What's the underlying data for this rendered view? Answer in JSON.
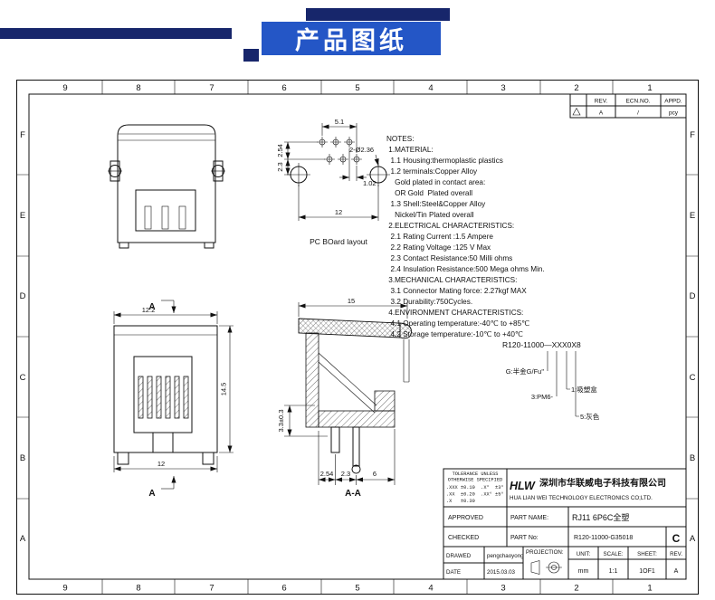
{
  "banner": {
    "title": "产品图纸"
  },
  "colors": {
    "banner_blue": "#2456c6",
    "navy": "#17266b",
    "line": "#111111"
  },
  "sheet": {
    "cols": [
      "9",
      "8",
      "7",
      "6",
      "5",
      "4",
      "3",
      "2",
      "1"
    ],
    "rows": [
      "F",
      "E",
      "D",
      "C",
      "B",
      "A"
    ]
  },
  "rev_table": {
    "rev_header": "REV.",
    "ecn_header": "ECN.NO.",
    "appd_header": "APPD.",
    "rev_value": "A",
    "ecn_value": "/",
    "appd_value": "pcy"
  },
  "pcb": {
    "dim_pitch": "5.1",
    "dim_row_spacing": "2.54",
    "dim_hole_row": "2.3",
    "dim_stagger": "1.02",
    "dim_hole_span": "12",
    "hole_callout": "2-Ø2.36",
    "caption": "PC BOard layout"
  },
  "front_view": {
    "dim_width_top": "12.2",
    "dim_height": "14.5",
    "dim_width_bottom": "12",
    "section_label_top": "A",
    "section_label_bottom": "A"
  },
  "section_view": {
    "dim_width": "15",
    "dim_height": "3.3±0.3",
    "dim_a": "2.54",
    "dim_b": "2.3",
    "dim_c": "6",
    "caption": "A-A"
  },
  "notes": {
    "lines": [
      "NOTES:",
      " 1.MATERIAL:",
      "  1.1 Housing:thermoplastic plastics",
      "  1.2 terminals:Copper Alloy",
      "    Gold plated in contact area:",
      "    OR Gold  Plated overall",
      "  1.3 Shell:Steel&Copper Alloy",
      "    Nickel/Tin Plated overall",
      " 2.ELECTRICAL CHARACTERISTICS:",
      "  2.1 Rating Current :1.5 Ampere",
      "  2.2 Rating Voltage :125 V Max",
      "  2.3 Contact Resistance:50 Milli ohms",
      "  2.4 Insulation Resistance:500 Mega ohms Min.",
      " 3.MECHANICAL CHARACTERISTICS:",
      "  3.1 Connector Mating force: 2.27kgf MAX",
      "  3.2 Durability:750Cycles.",
      " 4.ENVIRONMENT CHARACTERISTICS:",
      "  4.1 Operating temperature:-40℃ to +85℃",
      "  4.2 Storage temperature:-10℃ to +40℃"
    ]
  },
  "part_code": {
    "code": "R120-11000—XXX0X8",
    "callout_g": "G:半金G/Fu\"",
    "callout_3": "3:PM6-",
    "callout_1": "1:吸塑盒",
    "callout_5": "5:灰色"
  },
  "title_block": {
    "tol_line1": "TOLERANCE UNLESS",
    "tol_line2": "OTHERWISE SPECIFIED",
    "tol_row1": ".XXX ±0.10  .X°  ±3°",
    "tol_row2": ".XX  ±0.20  .XX° ±5°",
    "tol_row3": ".X   ±0.30",
    "logo": "HLW",
    "company_cn": "深圳市华联威电子科技有限公司",
    "company_en": "HUA LIAN WEI TECHNOLOGY ELECTRONICS CO;LTD.",
    "approved_label": "APPROVED",
    "checked_label": "CHECKED",
    "drawed_label": "DRAWED",
    "date_label": "DATE",
    "drawed_value": "pengchaoyong",
    "date_value": "2015.03.03",
    "part_name_label": "PART NAME:",
    "part_name_value": "RJ11 6P6C全塑",
    "part_no_label": "PART No:",
    "part_no_value": "R120-11000-G35018",
    "revision_letter": "C",
    "projection_label": "PROJECTION:",
    "unit_label": "UNIT:",
    "unit_value": "mm",
    "scale_label": "SCALE:",
    "scale_value": "1:1",
    "sheet_label": "SHEET:",
    "sheet_value": "1OF1",
    "rev_label": "REV.",
    "rev_value": "A"
  }
}
